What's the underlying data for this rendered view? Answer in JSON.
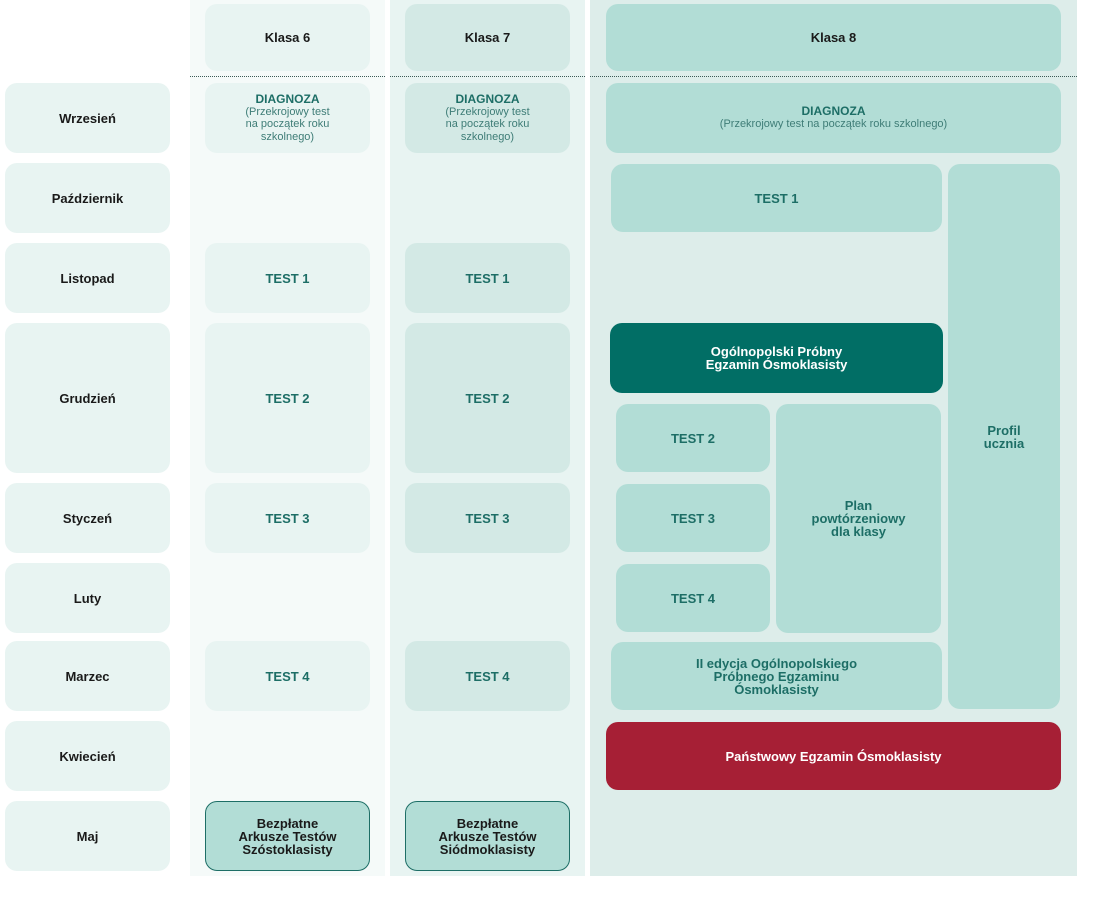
{
  "columns": {
    "klasa6": "Klasa 6",
    "klasa7": "Klasa 7",
    "klasa8": "Klasa 8"
  },
  "months": [
    "Wrzesień",
    "Październik",
    "Listopad",
    "Grudzień",
    "Styczeń",
    "Luty",
    "Marzec",
    "Kwiecień",
    "Maj"
  ],
  "diagnoza": {
    "title": "DIAGNOZA",
    "subtitle_short": "(Przekrojowy test\nna początek roku\nszkolnego)",
    "subtitle_long": "(Przekrojowy test na początek roku szkolnego)"
  },
  "tests": {
    "t1": "TEST 1",
    "t2": "TEST 2",
    "t3": "TEST 3",
    "t4": "TEST 4"
  },
  "klasa6_free": "Bezpłatne\nArkusze Testów\nSzóstoklasisty",
  "klasa7_free": "Bezpłatne\nArkusze Testów\nSiódmoklasisty",
  "klasa8": {
    "probny": "Ogólnopolski Próbny\nEgzamin Ósmoklasisty",
    "plan": "Plan\npowtórzeniowy\ndla klasy",
    "profil": "Profil\nucznia",
    "edycja2": "II edycja Ogólnopolskiego\nPróbnego Egzaminu\nÓsmoklasisty",
    "panstwowy": "Państwowy Egzamin Ósmoklasisty"
  },
  "colors": {
    "dark_teal": "#016e65",
    "exam_red": "#a61f35",
    "text_teal": "#1d6e66",
    "light_teal": "#b2ddd6"
  }
}
